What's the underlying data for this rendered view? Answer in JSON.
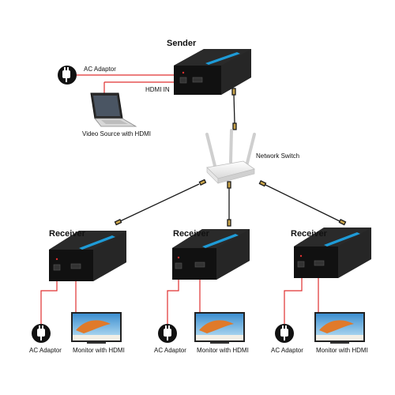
{
  "sender": {
    "title": "Sender",
    "input_label": "HDMI IN"
  },
  "source": {
    "ac_label": "AC Adaptor",
    "device_label": "Video Source with HDMI"
  },
  "switch": {
    "label": "Network Switch"
  },
  "receivers": [
    {
      "title": "Receiver",
      "ac_label": "AC Adaptor",
      "monitor_label": "Monitor with HDMI"
    },
    {
      "title": "Receiver",
      "ac_label": "AC Adaptor",
      "monitor_label": "Monitor with HDMI"
    },
    {
      "title": "Receiver",
      "ac_label": "AC Adaptor",
      "monitor_label": "Monitor with HDMI"
    }
  ],
  "colors": {
    "hdmi_cable": "#e03030",
    "power_cable": "#e03030",
    "network_cable": "#1a1a1a",
    "device_body": "#1c1c1c",
    "device_accent": "#1e9bd7"
  }
}
